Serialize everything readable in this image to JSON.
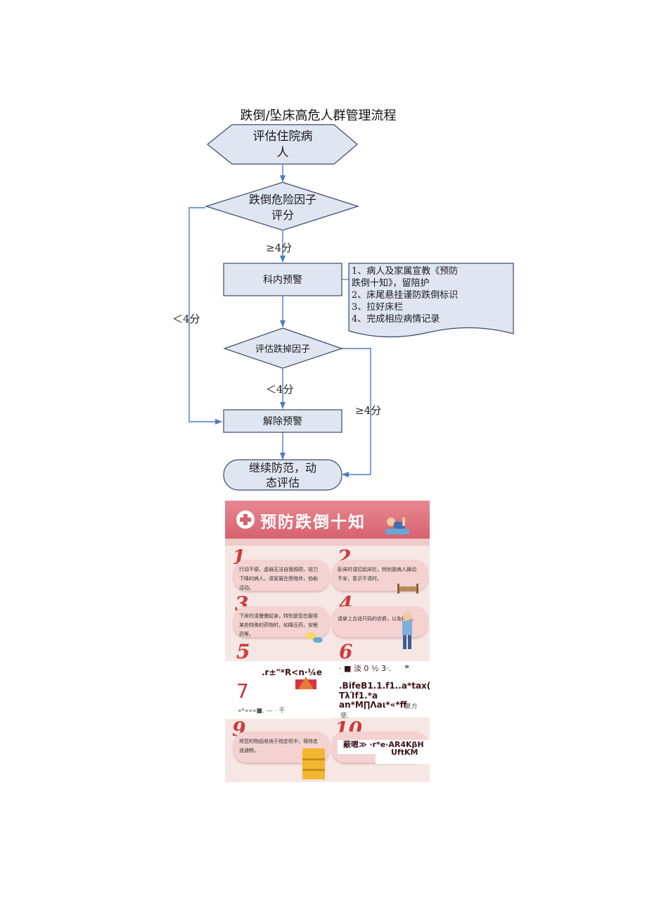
{
  "flowchart": {
    "title": "跌倒/坠床高危人群管理流程",
    "nodes": {
      "start_line1": "评估住院病",
      "start_line2": "人",
      "risk_line1": "跌倒危险因子",
      "risk_line2": "评分",
      "alert": "科内预警",
      "reassess": "评估跌掉因子",
      "release": "解除预警",
      "end_line1": "继续防范，动",
      "end_line2": "态评估"
    },
    "edge_labels": {
      "ge4_top": "≥4分",
      "lt4_left": "＜4分",
      "lt4_mid": "＜4分",
      "ge4_right": "≥4分"
    },
    "note_lines": [
      "1、病人及家属宣教《预防",
      "跌倒十知》，留陪护",
      "2、床尾悬挂谨防跌倒标识",
      "3、拉好床栏",
      "4、完成相应病情记录"
    ],
    "colors": {
      "node_fill": "#dfe6f2",
      "node_stroke": "#3d4a66",
      "arrow": "#4a7cc0"
    }
  },
  "poster": {
    "title": "预防跌倒十知",
    "header_color": "#d7626e",
    "tip_color": "#f4d2d2",
    "number_color": "#cf3b3b",
    "tips": [
      {
        "num": "1",
        "text": "行动不便，虚弱无法自我照顾，视力下降的病人，请家属在旁陪伴，协助活动。"
      },
      {
        "num": "2",
        "text": "卧床时请拉起床栏，特别是病人躁动不安，意识不清时。"
      },
      {
        "num": "3",
        "text": "下床时请慢慢起身，特别是您在服用某些特殊的药物时，如降压药，安眠药等。"
      },
      {
        "num": "4",
        "text": "请穿上合适尺码的衣裤，以免绊倒。"
      },
      {
        "num": "5",
        "text": ""
      },
      {
        "num": "6",
        "text": ""
      },
      {
        "num": "9",
        "text": "将您的物品收纳于指定柜中，保持走道通畅。"
      },
      {
        "num": "10",
        "text": ""
      }
    ],
    "ocr_overlay": {
      "line_a": ".r±\"*R<n·¼e",
      "number_7": "7",
      "line_b": "«*«««■. —  · 千",
      "line_c1": "· ■ 淡 0 ½ 3·.",
      "line_c1_end": "»",
      "line_c2": "·",
      "line_c3": ".BifeB1.1.f1..a*tax(",
      "line_c4": "TλΊf1.*a",
      "line_c5": "an*M∏Λaι*«*ff",
      "line_c5_end": "· 复方",
      "line_c6": "使.",
      "line_d1": "蔽嗯≫ ·r*e·AR4KβH",
      "line_d2": "UftKM"
    }
  }
}
